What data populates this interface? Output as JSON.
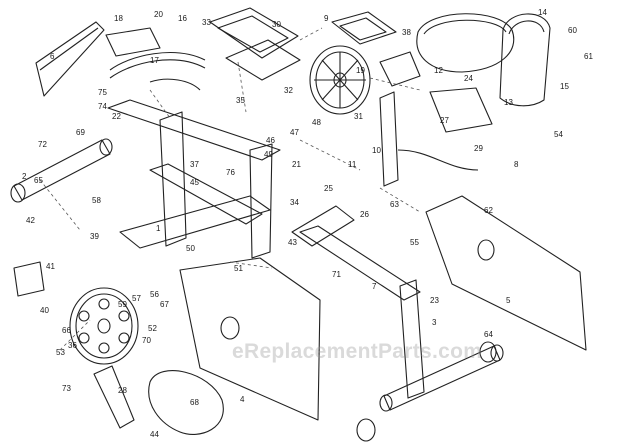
{
  "watermark": "eReplacementParts.com",
  "callouts": [
    "1",
    "2",
    "3",
    "4",
    "5",
    "6",
    "7",
    "8",
    "9",
    "10",
    "11",
    "12",
    "13",
    "14",
    "15",
    "16",
    "17",
    "18",
    "19",
    "20",
    "21",
    "22",
    "23",
    "24",
    "25",
    "26",
    "27",
    "28",
    "29",
    "30",
    "31",
    "32",
    "33",
    "34",
    "35",
    "36",
    "37",
    "38",
    "39",
    "40",
    "41",
    "42",
    "43",
    "44",
    "45",
    "46",
    "47",
    "48",
    "49",
    "50",
    "51",
    "52",
    "53",
    "54",
    "55",
    "56",
    "57",
    "58",
    "59",
    "60",
    "61",
    "62",
    "63",
    "64",
    "65",
    "66",
    "67",
    "68",
    "69",
    "70",
    "71",
    "72",
    "73",
    "74",
    "75",
    "76"
  ]
}
